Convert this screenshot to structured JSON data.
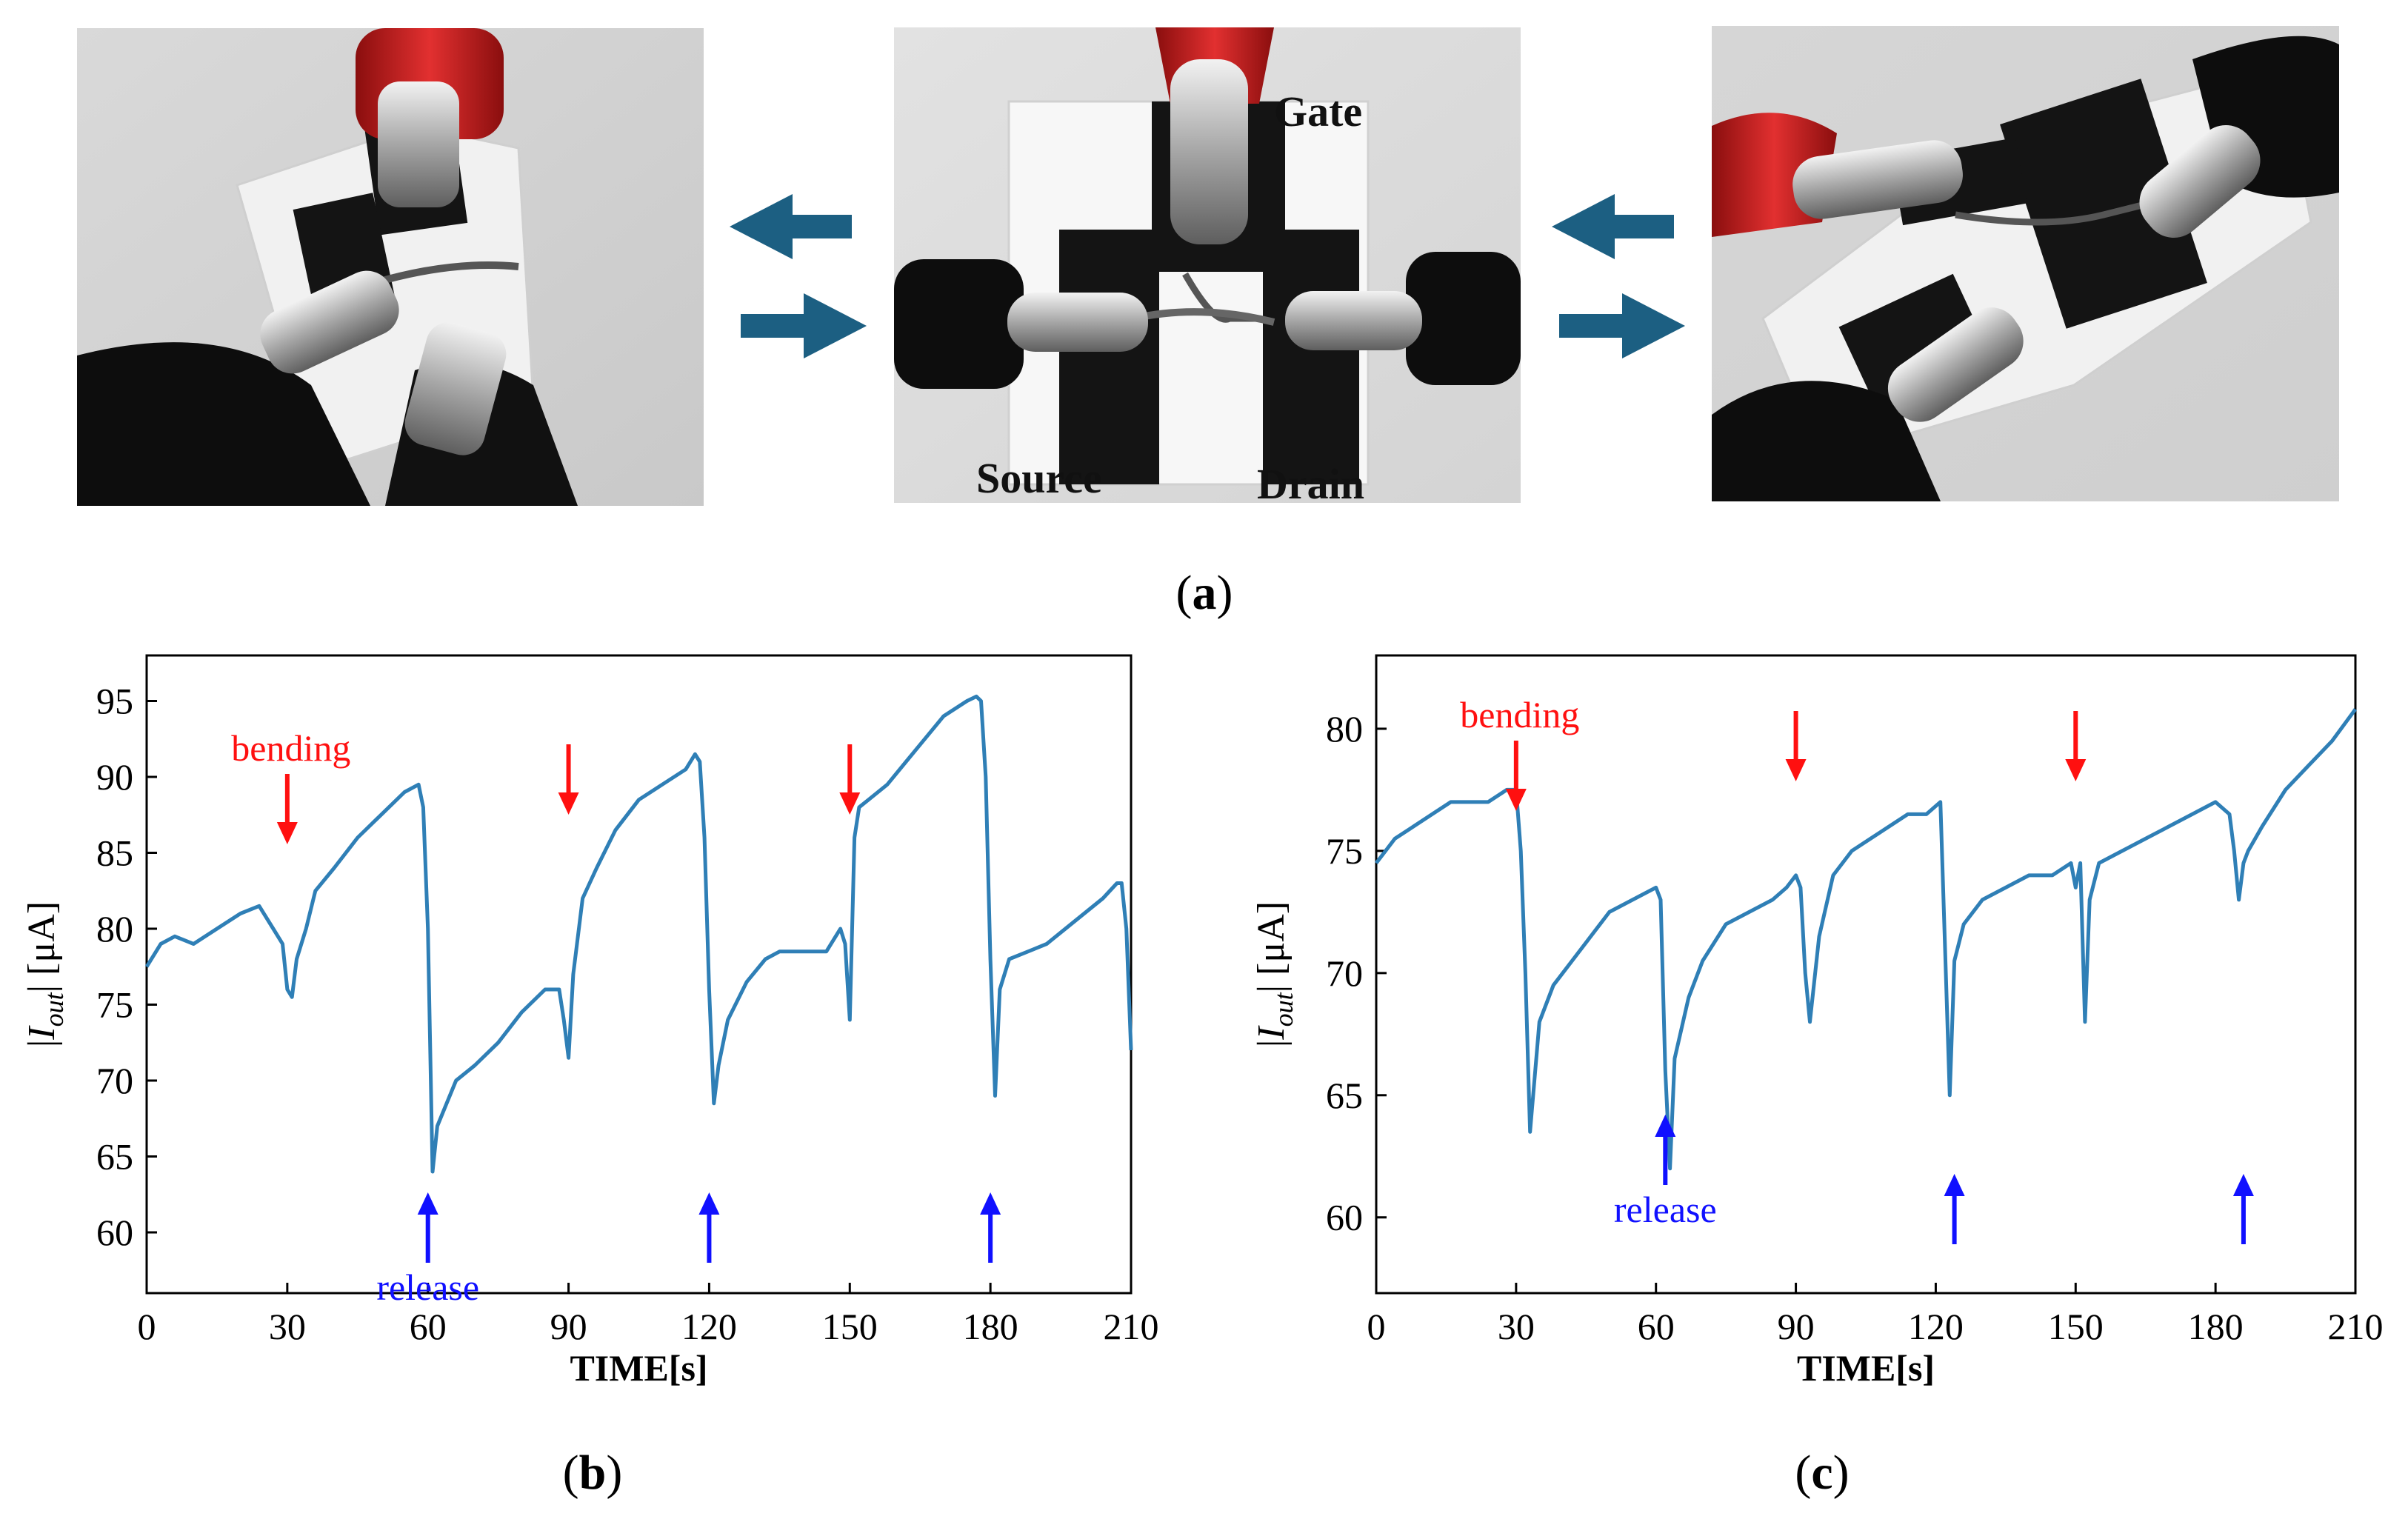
{
  "figure": {
    "panel_labels": {
      "a": "a",
      "b": "b",
      "c": "c"
    },
    "photo_labels": {
      "gate": "Gate",
      "source": "Source",
      "drain": "Drain"
    },
    "colors": {
      "line": "#2f7fb6",
      "bending": "#ff1010",
      "release": "#1010ff",
      "arrow": "#1c5f82"
    },
    "annotations": {
      "bending": "bending",
      "release": "release"
    }
  },
  "chart_data": [
    {
      "id": "b",
      "type": "line",
      "xlabel": "TIME[s]",
      "ylabel": "|I_out| [μA]",
      "xlim": [
        0,
        210
      ],
      "ylim": [
        56,
        98
      ],
      "xticks": [
        0,
        30,
        60,
        90,
        120,
        150,
        180,
        210
      ],
      "yticks": [
        60,
        65,
        70,
        75,
        80,
        85,
        90,
        95
      ],
      "grid": false,
      "series": [
        {
          "x": [
            0,
            3,
            6,
            10,
            15,
            20,
            24,
            27,
            29,
            30,
            31,
            32,
            34,
            36,
            40,
            45,
            50,
            55,
            58,
            59,
            60,
            61,
            62,
            64,
            66,
            70,
            75,
            80,
            85,
            88,
            89,
            90,
            91,
            93,
            96,
            100,
            105,
            110,
            115,
            117,
            118,
            119,
            120,
            121,
            122,
            124,
            128,
            132,
            135,
            140,
            145,
            148,
            149,
            150,
            151,
            152,
            154,
            158,
            162,
            166,
            170,
            175,
            177,
            178,
            179,
            180,
            181,
            182,
            184,
            188,
            192,
            196,
            200,
            204,
            207,
            208,
            209,
            210
          ],
          "y": [
            77.5,
            79,
            79.5,
            79,
            80,
            81,
            81.5,
            80,
            79,
            76,
            75.5,
            78,
            80,
            82.5,
            84,
            86,
            87.5,
            89,
            89.5,
            88,
            80,
            64,
            67,
            68.5,
            70,
            71,
            72.5,
            74.5,
            76,
            76,
            74,
            71.5,
            77,
            82,
            84,
            86.5,
            88.5,
            89.5,
            90.5,
            91.5,
            91,
            86,
            76,
            68.5,
            71,
            74,
            76.5,
            78,
            78.5,
            78.5,
            78.5,
            80,
            79,
            74,
            86,
            88,
            88.5,
            89.5,
            91,
            92.5,
            94,
            95,
            95.3,
            95,
            90,
            78,
            69,
            76,
            78,
            78.5,
            79,
            80,
            81,
            82,
            83,
            83,
            80,
            72
          ]
        }
      ],
      "annotations": [
        {
          "kind": "bending",
          "x": 30,
          "label": "bending"
        },
        {
          "kind": "bending",
          "x": 90
        },
        {
          "kind": "bending",
          "x": 150
        },
        {
          "kind": "release",
          "x": 60,
          "label": "release"
        },
        {
          "kind": "release",
          "x": 120
        },
        {
          "kind": "release",
          "x": 180
        }
      ]
    },
    {
      "id": "c",
      "type": "line",
      "xlabel": "TIME[s]",
      "ylabel": "|I_out| [μA]",
      "xlim": [
        0,
        210
      ],
      "ylim": [
        56.9,
        83
      ],
      "xticks": [
        0,
        30,
        60,
        90,
        120,
        150,
        180,
        210
      ],
      "yticks": [
        60,
        65,
        70,
        75,
        80
      ],
      "grid": false,
      "series": [
        {
          "x": [
            0,
            4,
            8,
            12,
            16,
            20,
            24,
            28,
            30,
            31,
            32,
            33,
            35,
            38,
            42,
            46,
            50,
            55,
            60,
            61,
            62,
            63,
            64,
            67,
            70,
            75,
            80,
            85,
            88,
            90,
            91,
            92,
            93,
            95,
            98,
            102,
            106,
            110,
            114,
            118,
            121,
            122,
            123,
            124,
            126,
            130,
            135,
            140,
            145,
            149,
            150,
            151,
            152,
            153,
            155,
            160,
            165,
            170,
            175,
            180,
            183,
            184,
            185,
            186,
            187,
            190,
            195,
            200,
            205,
            210
          ],
          "y": [
            74.5,
            75.5,
            76,
            76.5,
            77,
            77,
            77,
            77.5,
            77.5,
            75,
            70,
            63.5,
            68,
            69.5,
            70.5,
            71.5,
            72.5,
            73,
            73.5,
            73,
            66,
            62,
            66.5,
            69,
            70.5,
            72,
            72.5,
            73,
            73.5,
            74,
            73.5,
            70,
            68,
            71.5,
            74,
            75,
            75.5,
            76,
            76.5,
            76.5,
            77,
            71,
            65,
            70.5,
            72,
            73,
            73.5,
            74,
            74,
            74.5,
            73.5,
            74.5,
            68,
            73,
            74.5,
            75,
            75.5,
            76,
            76.5,
            77,
            76.5,
            75,
            73,
            74.5,
            75,
            76,
            77.5,
            78.5,
            79.5,
            80.8
          ]
        }
      ],
      "annotations": [
        {
          "kind": "bending",
          "x": 30,
          "label": "bending"
        },
        {
          "kind": "bending",
          "x": 90
        },
        {
          "kind": "bending",
          "x": 150
        },
        {
          "kind": "release",
          "x": 62,
          "label": "release"
        },
        {
          "kind": "release",
          "x": 124
        },
        {
          "kind": "release",
          "x": 186
        }
      ]
    }
  ]
}
